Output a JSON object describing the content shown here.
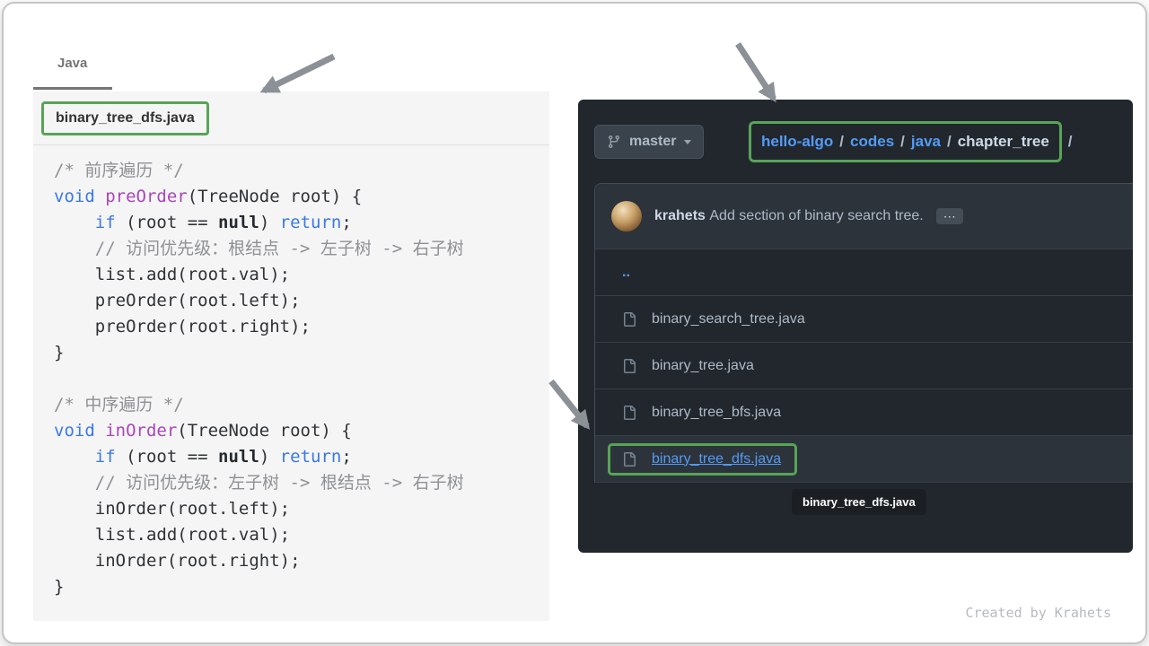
{
  "page": {
    "created_by": "Created by Krahets"
  },
  "docs": {
    "tab_label": "Java",
    "filename": "binary_tree_dfs.java",
    "code_lines": [
      [
        [
          "cm",
          "/* 前序遍历 */"
        ]
      ],
      [
        [
          "kw",
          "void "
        ],
        [
          "fn",
          "preOrder"
        ],
        [
          "pl",
          "(TreeNode root) {"
        ]
      ],
      [
        [
          "pl",
          "    "
        ],
        [
          "kw",
          "if"
        ],
        [
          "pl",
          " (root == "
        ],
        [
          "kwb",
          "null"
        ],
        [
          "pl",
          ") "
        ],
        [
          "kw",
          "return"
        ],
        [
          "pl",
          ";"
        ]
      ],
      [
        [
          "pl",
          "    "
        ],
        [
          "cm",
          "// 访问优先级：根结点 -> 左子树 -> 右子树"
        ]
      ],
      [
        [
          "pl",
          "    list.add(root.val);"
        ]
      ],
      [
        [
          "pl",
          "    preOrder(root.left);"
        ]
      ],
      [
        [
          "pl",
          "    preOrder(root.right);"
        ]
      ],
      [
        [
          "pl",
          "}"
        ]
      ],
      [],
      [
        [
          "cm",
          "/* 中序遍历 */"
        ]
      ],
      [
        [
          "kw",
          "void "
        ],
        [
          "fn",
          "inOrder"
        ],
        [
          "pl",
          "(TreeNode root) {"
        ]
      ],
      [
        [
          "pl",
          "    "
        ],
        [
          "kw",
          "if"
        ],
        [
          "pl",
          " (root == "
        ],
        [
          "kwb",
          "null"
        ],
        [
          "pl",
          ") "
        ],
        [
          "kw",
          "return"
        ],
        [
          "pl",
          ";"
        ]
      ],
      [
        [
          "pl",
          "    "
        ],
        [
          "cm",
          "// 访问优先级：左子树 -> 根结点 -> 右子树"
        ]
      ],
      [
        [
          "pl",
          "    inOrder(root.left);"
        ]
      ],
      [
        [
          "pl",
          "    list.add(root.val);"
        ]
      ],
      [
        [
          "pl",
          "    inOrder(root.right);"
        ]
      ],
      [
        [
          "pl",
          "}"
        ]
      ]
    ]
  },
  "github": {
    "branch": "master",
    "breadcrumb": {
      "segments": [
        "hello-algo",
        "codes",
        "java"
      ],
      "current": "chapter_tree",
      "separator": "/"
    },
    "commit": {
      "author": "krahets",
      "message": "Add section of binary search tree.",
      "more": "⋯"
    },
    "parent_row": "..",
    "files": [
      {
        "name": "binary_search_tree.java",
        "highlighted": false
      },
      {
        "name": "binary_tree.java",
        "highlighted": false
      },
      {
        "name": "binary_tree_bfs.java",
        "highlighted": false
      },
      {
        "name": "binary_tree_dfs.java",
        "highlighted": true
      }
    ],
    "tooltip": "binary_tree_dfs.java"
  },
  "colors": {
    "highlight_green": "#57a457",
    "link_blue": "#539bf5",
    "panel_dark": "#22272e",
    "keyword_blue": "#3b78e7",
    "function_magenta": "#a846b9"
  }
}
